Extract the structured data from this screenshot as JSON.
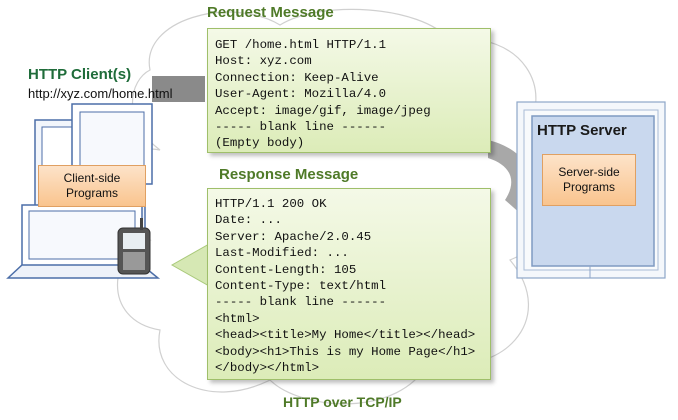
{
  "request": {
    "title": "Request Message",
    "lines": [
      "GET /home.html HTTP/1.1",
      "Host: xyz.com",
      "Connection: Keep-Alive",
      "User-Agent: Mozilla/4.0",
      "Accept: image/gif, image/jpeg",
      "----- blank line ------",
      "(Empty body)"
    ]
  },
  "response": {
    "title": "Response Message",
    "lines": [
      "HTTP/1.1 200 OK",
      "Date: ...",
      "Server: Apache/2.0.45",
      "Last-Modified: ...",
      "Content-Length: 105",
      "Content-Type: text/html",
      "----- blank line ------",
      "<html>",
      "<head><title>My Home</title></head>",
      "<body><h1>This is my Home Page</h1>",
      "</body></html>"
    ]
  },
  "client": {
    "title": "HTTP Client(s)",
    "url": "http://xyz.com/home.html",
    "programs_label_1": "Client-side",
    "programs_label_2": "Programs"
  },
  "server": {
    "title": "HTTP Server",
    "programs_label_1": "Server-side",
    "programs_label_2": "Programs"
  },
  "transport": {
    "label": "HTTP over TCP/IP"
  },
  "colors": {
    "green_title": "#4f7a28",
    "message_fill": "#e8f3d2",
    "arrow_fill": "#d6e8b4",
    "orange_fill": "#fbd3a8",
    "server_fill": "#c9d8ee"
  }
}
